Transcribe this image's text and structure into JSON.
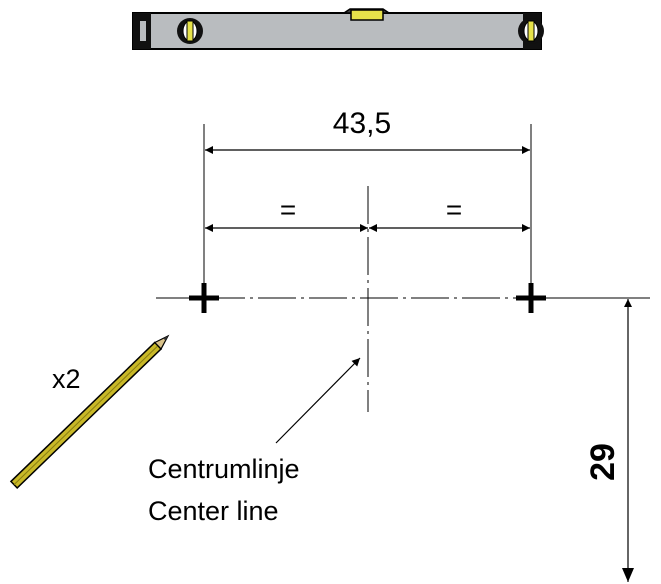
{
  "dimensions": {
    "total_width": "43,5",
    "half_left": "=",
    "half_right": "=",
    "height": "29"
  },
  "labels": {
    "quantity": "x2",
    "centerline_no": "Centrumlinje",
    "centerline_en": "Center line"
  },
  "icons": [
    "spirit-level-icon",
    "pencil-icon",
    "mark-cross-icon"
  ],
  "colors": {
    "level_body": "#b9bcbf",
    "level_bubble": "#e6e24a",
    "pencil_body": "#c8b828",
    "line": "#000000"
  }
}
